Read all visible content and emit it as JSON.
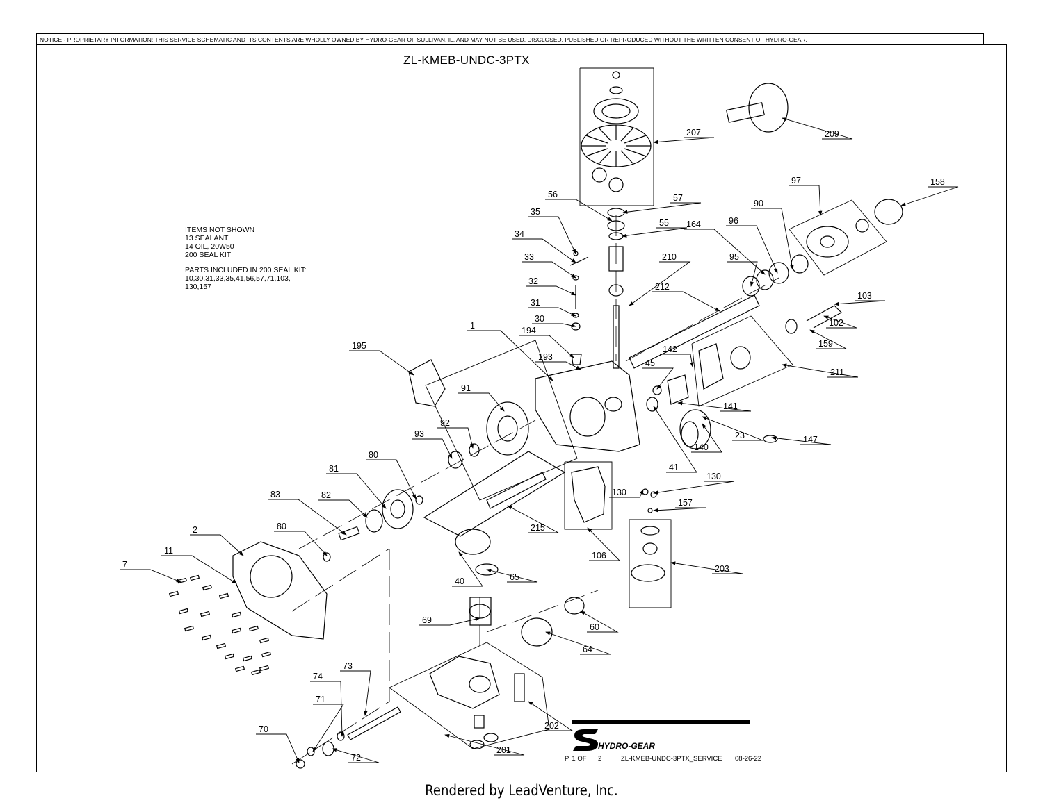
{
  "notice": "NOTICE - PROPRIETARY INFORMATION: THIS SERVICE SCHEMATIC AND ITS CONTENTS ARE WHOLLY OWNED BY HYDRO-GEAR OF SULLIVAN, IL, AND MAY NOT BE USED, DISCLOSED, PUBLISHED OR REPRODUCED WITHOUT THE WRITTEN CONSENT OF HYDRO-GEAR.",
  "title": "ZL-KMEB-UNDC-3PTX",
  "notes": {
    "heading": "ITEMS NOT SHOWN",
    "lines": [
      "13 SEALANT",
      "14 OIL, 20W50",
      "200 SEAL KIT"
    ],
    "kit_heading": "PARTS INCLUDED IN 200 SEAL KIT:",
    "kit_lines": [
      "10,30,31,33,35,41,56,57,71,103,",
      "130,157"
    ]
  },
  "callouts": [
    "1",
    "2",
    "7",
    "11",
    "23",
    "30",
    "31",
    "32",
    "33",
    "34",
    "35",
    "40",
    "41",
    "45",
    "55",
    "56",
    "57",
    "60",
    "64",
    "65",
    "69",
    "70",
    "71",
    "72",
    "73",
    "74",
    "80",
    "80",
    "81",
    "82",
    "83",
    "90",
    "91",
    "92",
    "93",
    "95",
    "96",
    "97",
    "102",
    "103",
    "106",
    "130",
    "130",
    "140",
    "141",
    "142",
    "147",
    "157",
    "158",
    "159",
    "164",
    "193",
    "194",
    "195",
    "201",
    "202",
    "203",
    "207",
    "209",
    "210",
    "211",
    "212",
    "215"
  ],
  "logo": "HYDRO-GEAR",
  "page_label": "P. 1 OF",
  "page_total": "2",
  "doc_id": "ZL-KMEB-UNDC-3PTX_SERVICE",
  "date": "08-26-22",
  "footer": "Rendered by LeadVenture, Inc."
}
